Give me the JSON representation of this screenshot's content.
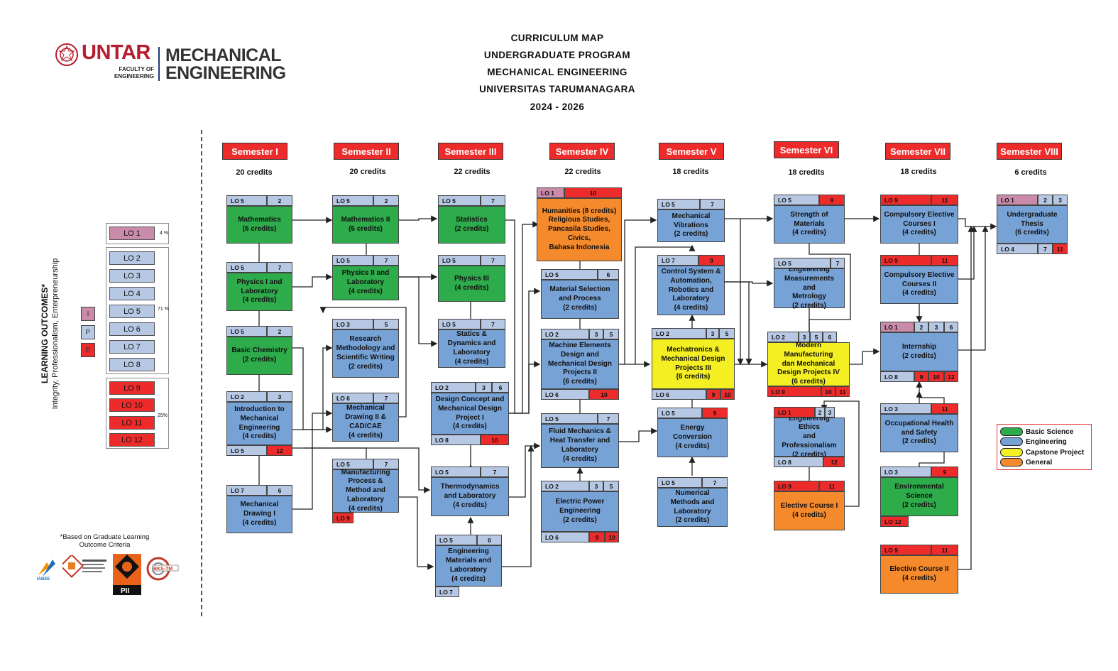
{
  "header": {
    "logo_word": "UNTAR",
    "faculty_line1": "FACULTY OF",
    "faculty_line2": "ENGINEERING",
    "dept_line1": "MECHANICAL",
    "dept_line2": "ENGINEERING",
    "title_lines": [
      "CURRICULUM MAP",
      "UNDERGRADUATE PROGRAM",
      "MECHANICAL ENGINEERING",
      "UNIVERSITAS TARUMANAGARA",
      "2024 - 2026"
    ]
  },
  "semesters": [
    {
      "label": "Semester I",
      "credits": "20 credits"
    },
    {
      "label": "Semester II",
      "credits": "20 credits"
    },
    {
      "label": "Semester III",
      "credits": "22 credits"
    },
    {
      "label": "Semester IV",
      "credits": "22 credits"
    },
    {
      "label": "Semester V",
      "credits": "18 credits"
    },
    {
      "label": "Semester VI",
      "credits": "18 credits"
    },
    {
      "label": "Semester VII",
      "credits": "18 credits"
    },
    {
      "label": "Semester VIII",
      "credits": "6 credits"
    }
  ],
  "learning_outcomes": {
    "title": "LEARNING OUTCOMES*",
    "subtitle": "Integrity, Professionalism, Enterpreneurship",
    "levels": [
      {
        "label": "I",
        "color": "#c98ba9"
      },
      {
        "label": "P",
        "color": "#b7c8e4"
      },
      {
        "label": "E",
        "color": "#ed2b2b"
      }
    ],
    "group_i": [
      "LO 1"
    ],
    "group_p": [
      "LO 2",
      "LO 3",
      "LO 4",
      "LO 5",
      "LO 6",
      "LO 7",
      "LO 8"
    ],
    "group_e": [
      "LO 9",
      "LO 10",
      "LO 11",
      "LO 12"
    ],
    "pct_i": "4 %",
    "pct_p": "71 %",
    "pct_e": "25%",
    "footnote_line1": "*Based on Graduate Learning",
    "footnote_line2": "Outcome Criteria",
    "accreditation_logos": [
      "IABEE",
      "LAM Teknik",
      "PII",
      "BKS-TM"
    ]
  },
  "legend": [
    {
      "label": "Basic Science",
      "color": "#2eab4a"
    },
    {
      "label": "Engineering",
      "color": "#77a2d6"
    },
    {
      "label": "Capstone Project",
      "color": "#f4ef22"
    },
    {
      "label": "General",
      "color": "#f58a2d"
    }
  ],
  "courses": [
    {
      "id": "math1",
      "text": "Mathematics\n(6 credits)",
      "cat": "basic",
      "tags": [
        [
          "LO 5",
          "p"
        ],
        [
          "2",
          "p"
        ]
      ]
    },
    {
      "id": "phys1",
      "text": "Physics I and\nLaboratory\n(4 credits)",
      "cat": "basic",
      "tags": [
        [
          "LO 5",
          "p"
        ],
        [
          "7",
          "p"
        ]
      ]
    },
    {
      "id": "chem",
      "text": "Basic Chemistry\n(2 credits)",
      "cat": "basic",
      "tags": [
        [
          "LO 5",
          "p"
        ],
        [
          "2",
          "p"
        ]
      ]
    },
    {
      "id": "intro",
      "text": "Introduction to\nMechanical\nEngineering\n(4 credits)",
      "cat": "eng",
      "tags": [
        [
          "LO 2",
          "p"
        ],
        [
          "3",
          "p"
        ]
      ],
      "btags": [
        [
          "LO 5",
          "p"
        ],
        [
          "12",
          "e"
        ]
      ]
    },
    {
      "id": "draw1",
      "text": "Mechanical\nDrawing I\n(4 credits)",
      "cat": "eng",
      "tags": [
        [
          "LO 7",
          "p"
        ],
        [
          "6",
          "p"
        ]
      ]
    },
    {
      "id": "math2",
      "text": "Mathematics II\n(6 credits)",
      "cat": "basic",
      "tags": [
        [
          "LO 5",
          "p"
        ],
        [
          "2",
          "p"
        ]
      ]
    },
    {
      "id": "phys2",
      "text": "Physics II and\nLaboratory\n(4 credits)",
      "cat": "basic",
      "tags": [
        [
          "LO 5",
          "p"
        ],
        [
          "7",
          "p"
        ]
      ]
    },
    {
      "id": "research",
      "text": "Research\nMethodology and\nScientific Writing\n(2 credits)",
      "cat": "eng",
      "tags": [
        [
          "LO 3",
          "p"
        ],
        [
          "5",
          "p"
        ]
      ]
    },
    {
      "id": "draw2",
      "text": "Mechanical\nDrawing II &\nCAD/CAE\n(4 credits)",
      "cat": "eng",
      "tags": [
        [
          "LO 6",
          "p"
        ],
        [
          "7",
          "p"
        ]
      ]
    },
    {
      "id": "manuf",
      "text": "Manufacturing\nProcess &\nMethod and\nLaboratory\n(4 credits)",
      "cat": "eng",
      "tags": [
        [
          "LO 5",
          "p"
        ],
        [
          "7",
          "p"
        ]
      ],
      "btags": [
        [
          "LO 9",
          "e"
        ]
      ]
    },
    {
      "id": "stat",
      "text": "Statistics\n(2 credits)",
      "cat": "basic",
      "tags": [
        [
          "LO 5",
          "p"
        ],
        [
          "7",
          "p"
        ]
      ]
    },
    {
      "id": "phys3",
      "text": "Physics III\n(4 credits)",
      "cat": "basic",
      "tags": [
        [
          "LO 5",
          "p"
        ],
        [
          "7",
          "p"
        ]
      ]
    },
    {
      "id": "statics",
      "text": "Statics &\nDynamics and\nLaboratory\n(4 credits)",
      "cat": "eng",
      "tags": [
        [
          "LO 5",
          "p"
        ],
        [
          "7",
          "p"
        ]
      ]
    },
    {
      "id": "dcp1",
      "text": "Design Concept and\nMechanical Design\nProject I\n(4 credits)",
      "cat": "eng",
      "tags": [
        [
          "LO 2",
          "p"
        ],
        [
          "3",
          "p"
        ],
        [
          "6",
          "p"
        ]
      ],
      "btags": [
        [
          "LO 8",
          "p"
        ],
        [
          "10",
          "e"
        ]
      ]
    },
    {
      "id": "thermo",
      "text": "Thermodynamics\nand Laboratory\n(4 credits)",
      "cat": "eng",
      "tags": [
        [
          "LO 5",
          "p"
        ],
        [
          "7",
          "p"
        ]
      ]
    },
    {
      "id": "engmat",
      "text": "Engineering\nMaterials and\nLaboratory\n(4 credits)",
      "cat": "eng",
      "tags": [
        [
          "LO 5",
          "p"
        ],
        [
          "6",
          "p"
        ]
      ],
      "btags": [
        [
          "LO 7",
          "p"
        ]
      ]
    },
    {
      "id": "human",
      "text": "Humanities (8 credits)\nReligious Studies,\nPancasila Studies,\nCivics,\nBahasa Indonesia",
      "cat": "gen",
      "tags": [
        [
          "LO 1",
          "i"
        ],
        [
          "10",
          "e"
        ]
      ]
    },
    {
      "id": "matsel",
      "text": "Material Selection\nand Process\n(2 credits)",
      "cat": "eng",
      "tags": [
        [
          "LO 5",
          "p"
        ],
        [
          "6",
          "p"
        ]
      ]
    },
    {
      "id": "mach2",
      "text": "Machine Elements\nDesign and\nMechanical Design\nProjects II\n(6 credits)",
      "cat": "eng",
      "tags": [
        [
          "LO 2",
          "p"
        ],
        [
          "3",
          "p"
        ],
        [
          "5",
          "p"
        ]
      ],
      "btags": [
        [
          "LO 6",
          "p"
        ],
        [
          "10",
          "e"
        ]
      ]
    },
    {
      "id": "fluid",
      "text": "Fluid Mechanics &\nHeat Transfer and\nLaboratory\n(4 credits)",
      "cat": "eng",
      "tags": [
        [
          "LO 5",
          "p"
        ],
        [
          "7",
          "p"
        ]
      ]
    },
    {
      "id": "elec",
      "text": "Electric Power\nEngineering\n(2 credits)",
      "cat": "eng",
      "tags": [
        [
          "LO 2",
          "p"
        ],
        [
          "3",
          "p"
        ],
        [
          "5",
          "p"
        ]
      ],
      "btags": [
        [
          "LO 6",
          "p"
        ],
        [
          "9",
          "e"
        ],
        [
          "10",
          "e"
        ]
      ]
    },
    {
      "id": "vib",
      "text": "Mechanical\nVibrations\n(2 credits)",
      "cat": "eng",
      "tags": [
        [
          "LO 5",
          "p"
        ],
        [
          "7",
          "p"
        ]
      ]
    },
    {
      "id": "control",
      "text": "Control System &\nAutomation,\nRobotics and\nLaboratory\n(4 credits)",
      "cat": "eng",
      "tags": [
        [
          "LO 7",
          "p"
        ],
        [
          "9",
          "e"
        ]
      ]
    },
    {
      "id": "mecha",
      "text": "Mechatronics &\nMechanical Design\nProjects III\n(6 credits)",
      "cat": "cap",
      "tags": [
        [
          "LO 2",
          "p"
        ],
        [
          "3",
          "p"
        ],
        [
          "5",
          "p"
        ]
      ],
      "btags": [
        [
          "LO 6",
          "p"
        ],
        [
          "9",
          "e"
        ],
        [
          "10",
          "e"
        ]
      ]
    },
    {
      "id": "energy",
      "text": "Energy\nConversion\n(4 credits)",
      "cat": "eng",
      "tags": [
        [
          "LO 5",
          "p"
        ],
        [
          "9",
          "e"
        ]
      ]
    },
    {
      "id": "numer",
      "text": "Numerical\nMethods and\nLaboratory\n(2 credits)",
      "cat": "eng",
      "tags": [
        [
          "LO 5",
          "p"
        ],
        [
          "7",
          "p"
        ]
      ]
    },
    {
      "id": "strength",
      "text": "Strength of\nMaterials\n(4 credits)",
      "cat": "eng",
      "tags": [
        [
          "LO 5",
          "p"
        ],
        [
          "9",
          "e"
        ]
      ]
    },
    {
      "id": "measure",
      "text": "Engineering\nMeasurements and\nMetrology\n(2 credits)",
      "cat": "eng",
      "tags": [
        [
          "LO 5",
          "p"
        ],
        [
          "7",
          "p"
        ]
      ]
    },
    {
      "id": "modern",
      "text": "Modern Manufacturing\ndan Mechanical\nDesign Projects IV\n(6 credits)",
      "cat": "cap",
      "tags": [
        [
          "LO 2",
          "p"
        ],
        [
          "3",
          "p"
        ],
        [
          "5",
          "p"
        ],
        [
          "6",
          "p"
        ]
      ],
      "btags": [
        [
          "LO 9",
          "e"
        ],
        [
          "10",
          "e"
        ],
        [
          "11",
          "e"
        ]
      ]
    },
    {
      "id": "ethics",
      "text": "Engineering Ethics\nand\nProfessionalism\n(2 credits)",
      "cat": "eng",
      "tags": [
        [
          "LO 1",
          "e"
        ],
        [
          "2",
          "p"
        ],
        [
          "3",
          "p"
        ]
      ],
      "btags": [
        [
          "LO 8",
          "p"
        ],
        [
          "12",
          "e"
        ]
      ]
    },
    {
      "id": "elect1",
      "text": "Elective Course I\n(4 credits)",
      "cat": "gen",
      "tags": [
        [
          "LO 9",
          "e"
        ],
        [
          "11",
          "e"
        ]
      ]
    },
    {
      "id": "comp1",
      "text": "Compulsory Elective\nCourses I\n(4 credits)",
      "cat": "eng",
      "tags": [
        [
          "LO 9",
          "e"
        ],
        [
          "11",
          "e"
        ]
      ]
    },
    {
      "id": "comp2",
      "text": "Compulsory Elective\nCourses II\n(4 credits)",
      "cat": "eng",
      "tags": [
        [
          "LO 9",
          "e"
        ],
        [
          "11",
          "e"
        ]
      ]
    },
    {
      "id": "intern",
      "text": "Internship\n(2 credits)",
      "cat": "eng",
      "tags": [
        [
          "LO 1",
          "i"
        ],
        [
          "2",
          "p"
        ],
        [
          "3",
          "p"
        ],
        [
          "6",
          "p"
        ]
      ],
      "btags": [
        [
          "LO 8",
          "p"
        ],
        [
          "9",
          "e"
        ],
        [
          "10",
          "e"
        ],
        [
          "12",
          "e"
        ]
      ]
    },
    {
      "id": "ohs",
      "text": "Occupational Health\nand Safety\n(2 credits)",
      "cat": "eng",
      "tags": [
        [
          "LO 3",
          "p"
        ],
        [
          "11",
          "e"
        ]
      ]
    },
    {
      "id": "env",
      "text": "Environmental\nScience\n(2 credits)",
      "cat": "basic",
      "tags": [
        [
          "LO 3",
          "p"
        ],
        [
          "9",
          "e"
        ]
      ],
      "btags": [
        [
          "LO 12",
          "e"
        ]
      ]
    },
    {
      "id": "elect2",
      "text": "Elective Course II\n(4 credits)",
      "cat": "gen",
      "tags": [
        [
          "LO 9",
          "e"
        ],
        [
          "11",
          "e"
        ]
      ]
    },
    {
      "id": "thesis",
      "text": "Undergraduate\nThesis\n(6 credits)",
      "cat": "eng",
      "tags": [
        [
          "LO 1",
          "i"
        ],
        [
          "2",
          "p"
        ],
        [
          "3",
          "p"
        ]
      ],
      "btags": [
        [
          "LO 4",
          "p"
        ],
        [
          "7",
          "p"
        ],
        [
          "11",
          "e"
        ]
      ]
    }
  ]
}
